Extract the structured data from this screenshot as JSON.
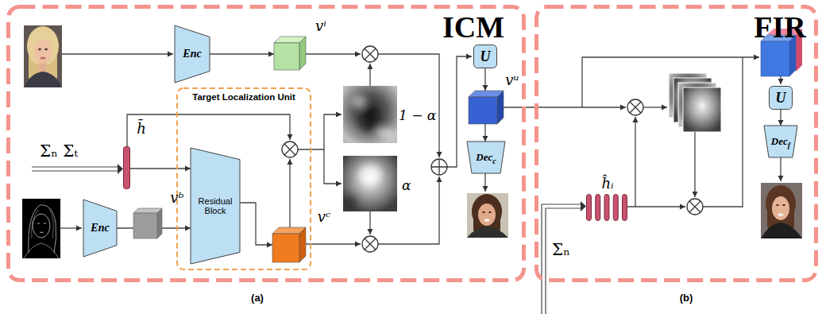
{
  "diagram": {
    "nodes": [
      {
        "text": [
          "ICM"
        ]
      },
      {
        "text": [
          "FIR"
        ]
      },
      {
        "text": [
          "Enc"
        ],
        "in": 0
      },
      {
        "text": [
          "vⁱ"
        ],
        "in": 0
      },
      {
        "text": [
          "Target Localization Unit"
        ],
        "in": 0
      },
      {
        "text": [
          "h̄"
        ],
        "in": 0
      },
      {
        "text": [
          "Residual Block"
        ],
        "in": 4
      },
      {
        "text": [
          "vᶜ"
        ],
        "in": 4
      },
      {
        "text": [
          "Enc"
        ],
        "in": 0
      },
      {
        "text": [
          "U"
        ],
        "in": 0
      },
      {
        "text": [
          "vᵘ"
        ],
        "in": 0
      },
      {
        "text": [
          "Dec",
          "c"
        ],
        "in": 0
      },
      {
        "text": [
          "ĥᵢ"
        ],
        "in": 1
      },
      {
        "text": [
          "U"
        ],
        "in": 1
      },
      {
        "text": [
          "Dec",
          "f"
        ],
        "in": 1
      }
    ],
    "edges": [
      {
        "from": 2,
        "to": 3,
        "arrow": "to"
      },
      {
        "from": 5,
        "to": 6,
        "arrow": "to"
      },
      {
        "from": 8,
        "to": 6,
        "label": "vᵇ",
        "arrow": "to"
      },
      {
        "from": 6,
        "to": 7,
        "arrow": "to"
      },
      {
        "from": 9,
        "to": 10,
        "arrow": "to"
      },
      {
        "from": 10,
        "to": 11,
        "arrow": "to"
      },
      {
        "from": 13,
        "to": 14,
        "arrow": "to"
      }
    ],
    "labels": [
      "Σₙ Σₜ",
      "1 − α",
      "α",
      "Σₙ",
      "(a)",
      "(b)"
    ]
  }
}
